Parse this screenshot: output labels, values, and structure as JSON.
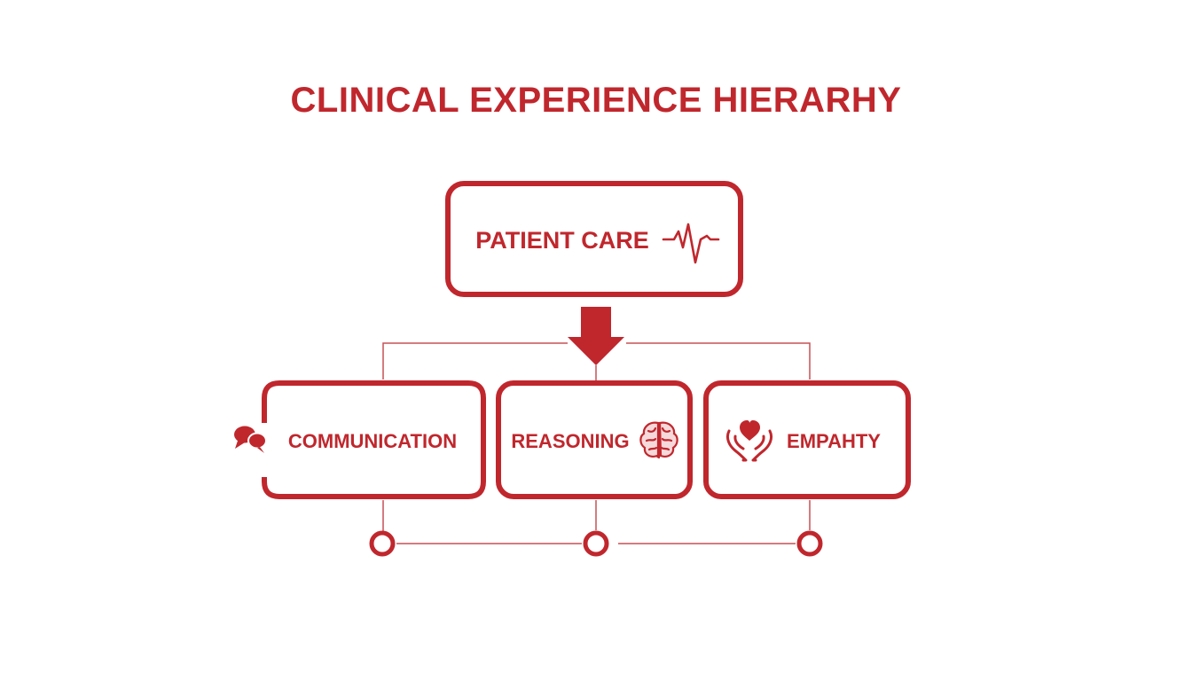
{
  "title": "CLINICAL EXPERIENCE HIERARHY",
  "colors": {
    "accent": "#c0272d",
    "line": "#c65055",
    "background": "#ffffff"
  },
  "root": {
    "label": "PATIENT CARE",
    "icon": "heartbeat-icon"
  },
  "children": [
    {
      "label": "COMMUNICATION",
      "icon": "speech-bubbles-icon"
    },
    {
      "label": "REASONING",
      "icon": "brain-icon"
    },
    {
      "label": "EMPAHTY",
      "icon": "heart-hands-icon"
    }
  ]
}
